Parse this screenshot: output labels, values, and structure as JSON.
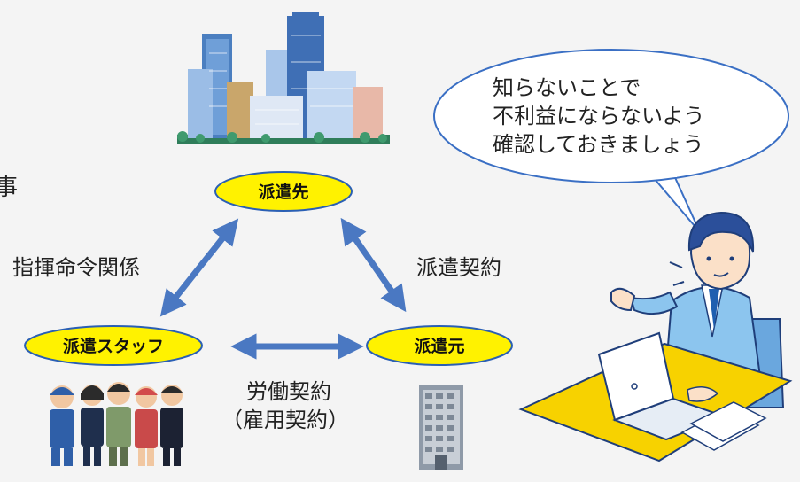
{
  "diagram": {
    "edge_char": "事",
    "nodes": {
      "client": "派遣先",
      "staff": "派遣スタッフ",
      "agency": "派遣元"
    },
    "relations": {
      "command": "指揮命令関係",
      "dispatch_contract": "派遣契約",
      "labor_contract_line1": "労働契約",
      "labor_contract_line2": "（雇用契約）"
    },
    "speech_bubble": {
      "line1": "知らないことで",
      "line2": "不利益にならないよう",
      "line3": "確認しておきましょう"
    },
    "colors": {
      "node_fill": "#fff200",
      "node_stroke": "#2a5fb4",
      "arrow": "#4a78c2",
      "bubble_stroke": "#3a6fc4",
      "desk": "#f7d200"
    }
  }
}
